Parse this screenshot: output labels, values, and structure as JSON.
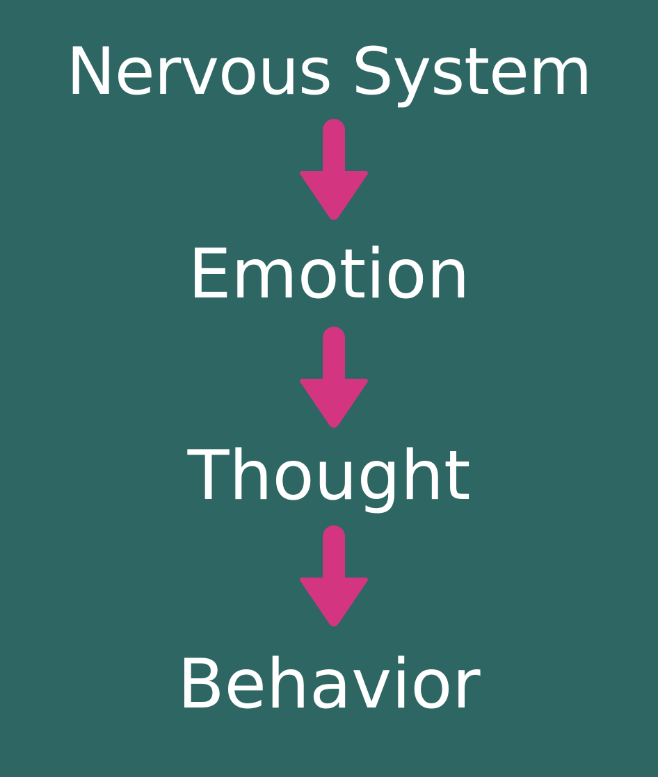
{
  "colors": {
    "background": "#2d6663",
    "text": "#ffffff",
    "arrow": "#d43580"
  },
  "steps": [
    {
      "label": "Nervous System"
    },
    {
      "label": "Emotion"
    },
    {
      "label": "Thought"
    },
    {
      "label": "Behavior"
    }
  ],
  "arrows": [
    {
      "icon": "arrow-down-icon"
    },
    {
      "icon": "arrow-down-icon"
    },
    {
      "icon": "arrow-down-icon"
    }
  ]
}
